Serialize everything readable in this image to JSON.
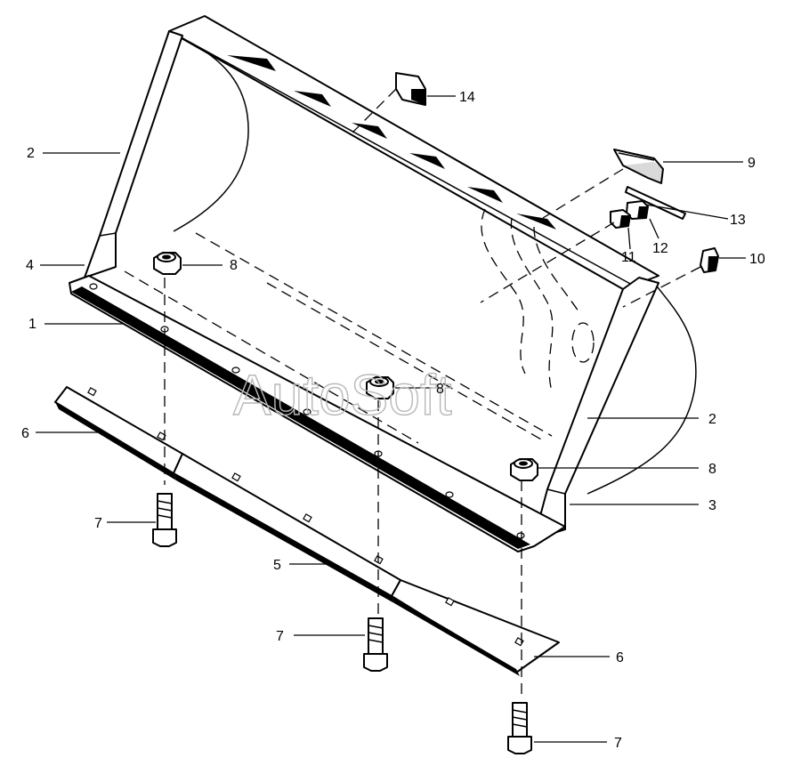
{
  "watermark": "AutoSoft",
  "callouts": {
    "c1": "1",
    "c2_left": "2",
    "c2_right": "2",
    "c3": "3",
    "c4": "4",
    "c5": "5",
    "c6_left": "6",
    "c6_right": "6",
    "c7_top": "7",
    "c7_mid": "7",
    "c7_bottom": "7",
    "c8_left": "8",
    "c8_center": "8",
    "c8_right": "8",
    "c9": "9",
    "c10": "10",
    "c11": "11",
    "c12": "12",
    "c13": "13",
    "c14": "14"
  }
}
